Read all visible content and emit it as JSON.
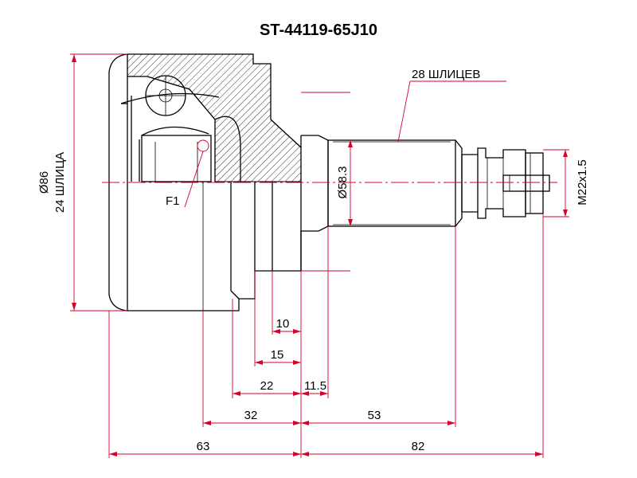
{
  "title": "ST-44119-65J10",
  "labels": {
    "splines_shaft": "28 ШЛИЦЕВ",
    "diameter_outer": "Ø86",
    "splines_inner": "24 ШЛИЦА",
    "diameter_shaft": "Ø58.3",
    "thread": "M22x1.5",
    "f1": "F1"
  },
  "dimensions": {
    "d10": "10",
    "d15": "15",
    "d22": "22",
    "d11_5": "11.5",
    "d32": "32",
    "d53": "53",
    "d63": "63",
    "d82": "82"
  },
  "colors": {
    "outline": "#000000",
    "dimension": "#d6002a"
  }
}
